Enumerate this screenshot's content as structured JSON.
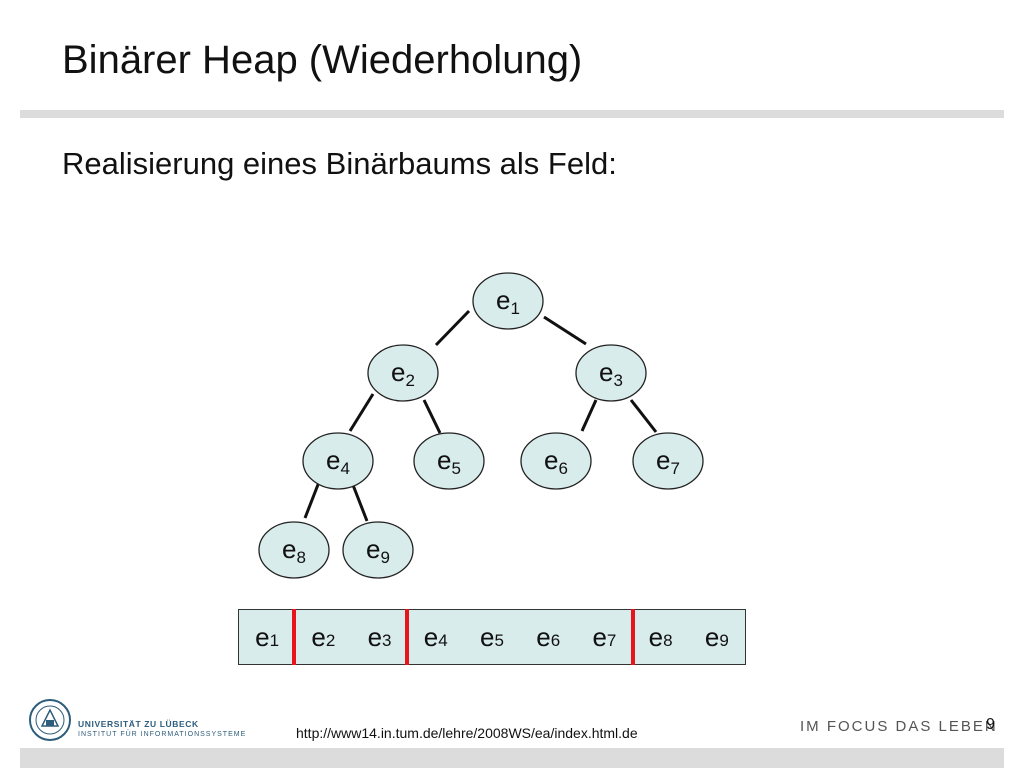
{
  "slide": {
    "title": "Binärer Heap (Wiederholung)",
    "subtitle": "Realisierung eines Binärbaums als Feld:",
    "page_number": "9"
  },
  "tree": {
    "nodes": [
      {
        "base": "e",
        "sub": "1"
      },
      {
        "base": "e",
        "sub": "2"
      },
      {
        "base": "e",
        "sub": "3"
      },
      {
        "base": "e",
        "sub": "4"
      },
      {
        "base": "e",
        "sub": "5"
      },
      {
        "base": "e",
        "sub": "6"
      },
      {
        "base": "e",
        "sub": "7"
      },
      {
        "base": "e",
        "sub": "8"
      },
      {
        "base": "e",
        "sub": "9"
      }
    ]
  },
  "array": {
    "cells": [
      {
        "base": "e",
        "sub": "1"
      },
      {
        "base": "e",
        "sub": "2"
      },
      {
        "base": "e",
        "sub": "3"
      },
      {
        "base": "e",
        "sub": "4"
      },
      {
        "base": "e",
        "sub": "5"
      },
      {
        "base": "e",
        "sub": "6"
      },
      {
        "base": "e",
        "sub": "7"
      },
      {
        "base": "e",
        "sub": "8"
      },
      {
        "base": "e",
        "sub": "9"
      }
    ]
  },
  "footer": {
    "url": "http://www14.in.tum.de/lehre/2008WS/ea/index.html.de",
    "university": "UNIVERSITÄT ZU LÜBECK",
    "institute": "INSTITUT FÜR INFORMATIONSSYSTEME",
    "slogan": "IM FOCUS DAS LEBEN"
  },
  "colors": {
    "node_fill": "#d9ecec",
    "divider_red": "#e8141b",
    "rule_gray": "#dcdcdc",
    "logo_blue": "#2d5d7b"
  }
}
